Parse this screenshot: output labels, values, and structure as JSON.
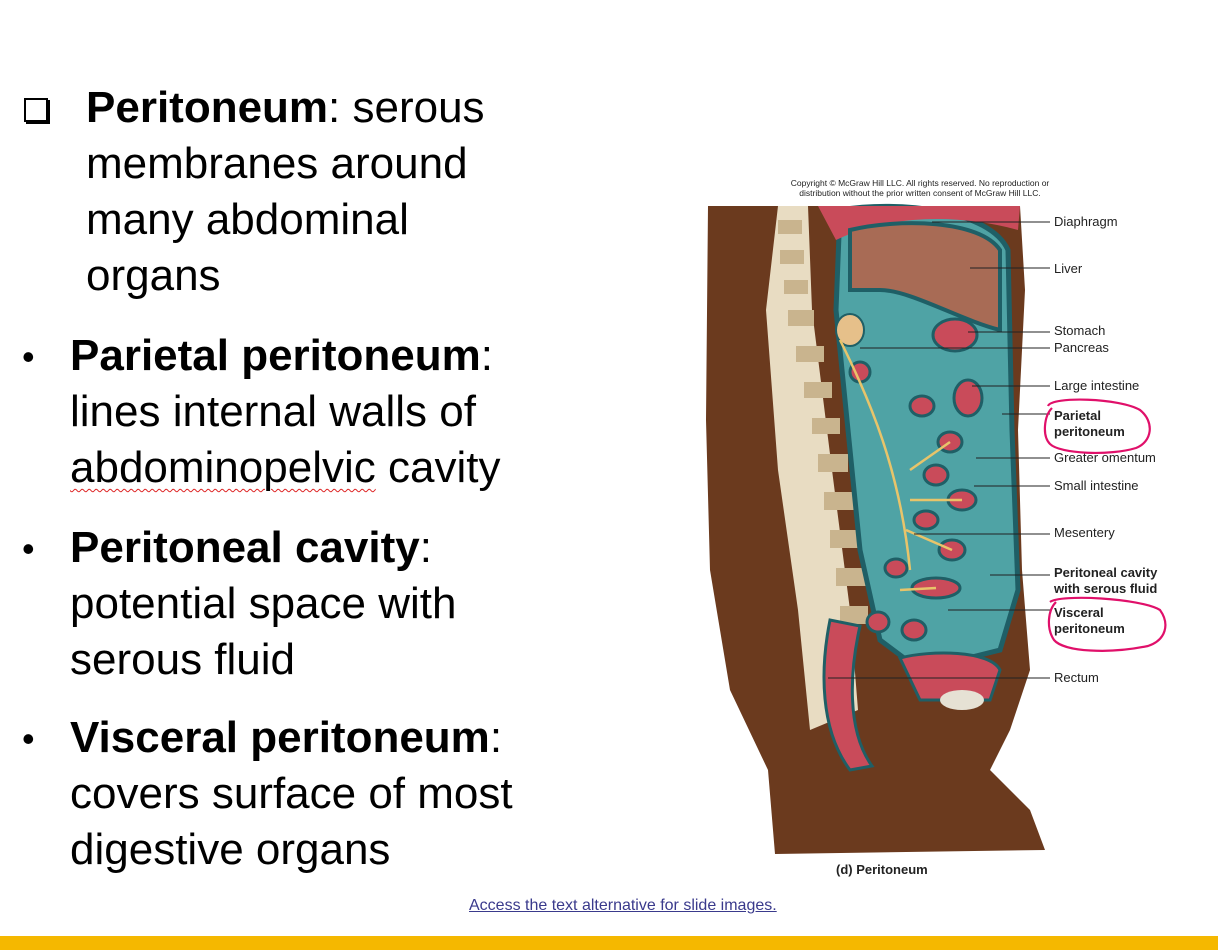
{
  "bullets": {
    "b1": {
      "term": "Peritoneum",
      "desc_l1": ": serous",
      "desc_l2": "membranes around",
      "desc_l3": "many abdominal",
      "desc_l4": "organs"
    },
    "b2": {
      "term": "Parietal peritoneum",
      "desc_l1": ":",
      "desc_l2": "lines internal walls of",
      "desc_l3a": "abdominopelvic",
      "desc_l3b": " cavity"
    },
    "b3": {
      "term": "Peritoneal cavity",
      "desc_l1": ":",
      "desc_l2": "potential space with",
      "desc_l3": "serous fluid"
    },
    "b4": {
      "term": "Visceral peritoneum",
      "desc_l1": ":",
      "desc_l2": "covers surface of most",
      "desc_l3": "digestive organs"
    },
    "bullet_char": "•"
  },
  "figure": {
    "copyright_l1": "Copyright © McGraw Hill LLC. All rights reserved. No reproduction or",
    "copyright_l2": "distribution without the prior written consent of McGraw Hill LLC.",
    "labels": {
      "diaphragm": "Diaphragm",
      "liver": "Liver",
      "stomach": "Stomach",
      "pancreas": "Pancreas",
      "large_intestine": "Large intestine",
      "parietal_l1": "Parietal",
      "parietal_l2": "peritoneum",
      "greater_omentum": "Greater omentum",
      "small_intestine": "Small intestine",
      "mesentery": "Mesentery",
      "cavity_l1": "Peritoneal cavity",
      "cavity_l2": "with serous fluid",
      "visceral_l1": "Visceral",
      "visceral_l2": "peritoneum",
      "rectum": "Rectum"
    },
    "caption": "(d) Peritoneum"
  },
  "footer": {
    "access_link": "Access the text alternative for slide images."
  },
  "colors": {
    "accent_bar": "#f5b800",
    "annotation": "#e0106a",
    "cavity": "#4fa3a5",
    "skin": "#6b3a1e"
  }
}
